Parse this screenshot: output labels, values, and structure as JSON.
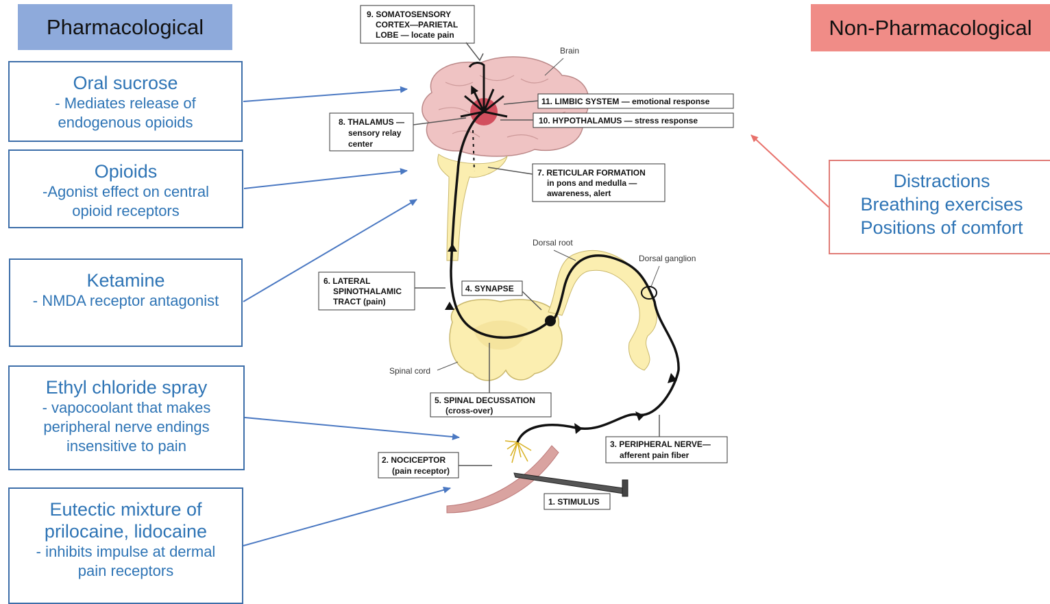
{
  "headers": {
    "pharmacological": "Pharmacological",
    "non_pharmacological": "Non-Pharmacological"
  },
  "drugs": [
    {
      "name": "Oral sucrose",
      "desc": [
        "- Mediates release of",
        "endogenous opioids"
      ]
    },
    {
      "name": "Opioids",
      "desc": [
        "-Agonist effect on central",
        "opioid receptors"
      ]
    },
    {
      "name": "Ketamine",
      "desc": [
        "- NMDA receptor antagonist"
      ]
    },
    {
      "name": "Ethyl chloride spray",
      "desc": [
        "- vapocoolant that makes",
        "peripheral nerve endings",
        "insensitive to pain"
      ]
    },
    {
      "name": "Eutectic mixture of prilocaine, lidocaine",
      "name_lines": [
        "Eutectic mixture of",
        "prilocaine, lidocaine"
      ],
      "desc": [
        "- inhibits impulse at dermal",
        "pain receptors"
      ]
    }
  ],
  "non_pharmacological_items": [
    "Distractions",
    "Breathing exercises",
    "Positions of comfort"
  ],
  "diagram_labels": {
    "somatosensory": [
      "9. SOMATOSENSORY",
      "CORTEX—PARIETAL",
      "LOBE — locate pain"
    ],
    "brain": "Brain",
    "limbic": "11. LIMBIC SYSTEM — emotional response",
    "hypothalamus": "10. HYPOTHALAMUS — stress response",
    "thalamus": [
      "8. THALAMUS —",
      "sensory relay",
      "center"
    ],
    "reticular": [
      "7. RETICULAR FORMATION",
      "in pons and medulla —",
      "awareness, alert"
    ],
    "dorsal_root": "Dorsal root",
    "dorsal_ganglion": "Dorsal ganglion",
    "lateral_tract": [
      "6. LATERAL",
      "SPINOTHALAMIC",
      "TRACT (pain)"
    ],
    "synapse": "4. SYNAPSE",
    "spinal_cord": "Spinal cord",
    "decussation": [
      "5. SPINAL DECUSSATION",
      "(cross-over)"
    ],
    "peripheral_nerve": [
      "3. PERIPHERAL NERVE—",
      "afferent pain fiber"
    ],
    "nociceptor": [
      "2. NOCICEPTOR",
      "(pain receptor)"
    ],
    "stimulus": "1. STIMULUS"
  },
  "colors": {
    "pharm_header": "#8eaadb",
    "nonpharm_header": "#f08c87",
    "drug_text": "#2e74b5",
    "drug_border": "#3d6ea9",
    "nonpharm_border": "#e07b76",
    "arrow_blue": "#4a78c2",
    "arrow_red": "#e8716b",
    "nerve_fill": "#fbeeb0",
    "brain_fill": "#efc3c3"
  }
}
